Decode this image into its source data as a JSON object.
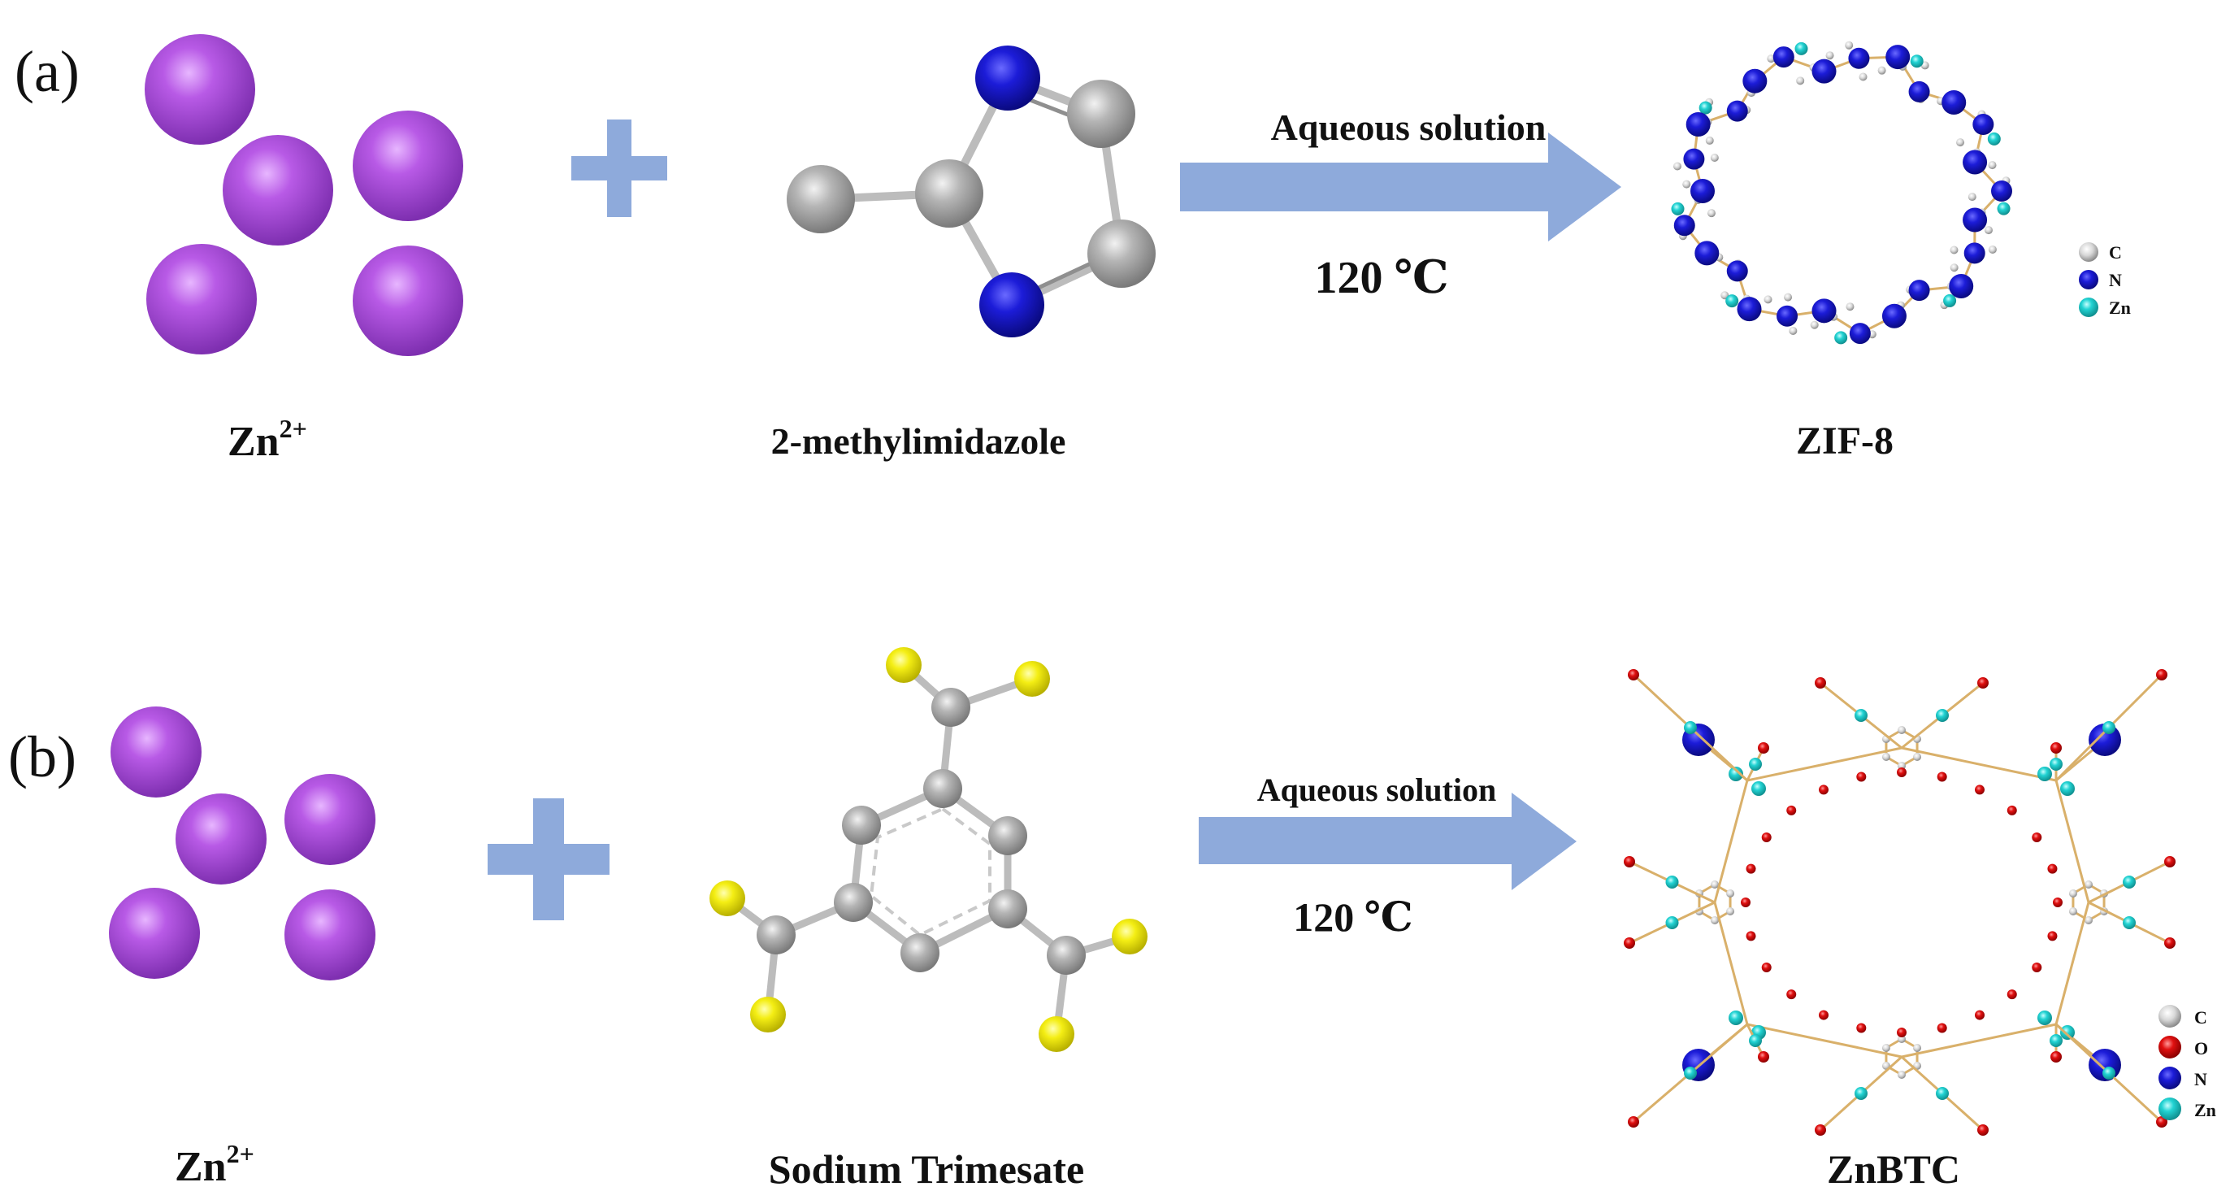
{
  "panels": [
    {
      "id": "a",
      "panel_label": "(a)",
      "metal_ion": {
        "label": "Zn",
        "charge": "2+"
      },
      "ligand": {
        "label": "2-methylimidazole"
      },
      "conditions": {
        "solvent": "Aqueous solution",
        "temperature": "120 ℃"
      },
      "product": {
        "label": "ZIF-8"
      },
      "legend": [
        {
          "element": "C",
          "color": "#c8c8c8"
        },
        {
          "element": "N",
          "color": "#1a1acd"
        },
        {
          "element": "Zn",
          "color": "#22d3d3"
        }
      ]
    },
    {
      "id": "b",
      "panel_label": "(b)",
      "metal_ion": {
        "label": "Zn",
        "charge": "2+"
      },
      "ligand": {
        "label": "Sodium Trimesate"
      },
      "conditions": {
        "solvent": "Aqueous solution",
        "temperature": "120 ℃"
      },
      "product": {
        "label": "ZnBTC"
      },
      "legend": [
        {
          "element": "C",
          "color": "#c8c8c8"
        },
        {
          "element": "O",
          "color": "#e01010"
        },
        {
          "element": "N",
          "color": "#1a1acd"
        },
        {
          "element": "Zn",
          "color": "#22d3d3"
        }
      ]
    }
  ],
  "colors": {
    "zn_ion": "#a64bd8",
    "plus_sign": "#8eaadb",
    "arrow": "#8eaadb",
    "carbon": "#a8a8a8",
    "nitrogen": "#1a1acd",
    "sodium_site": "#f2ec10",
    "bond": "#d9b06a"
  }
}
